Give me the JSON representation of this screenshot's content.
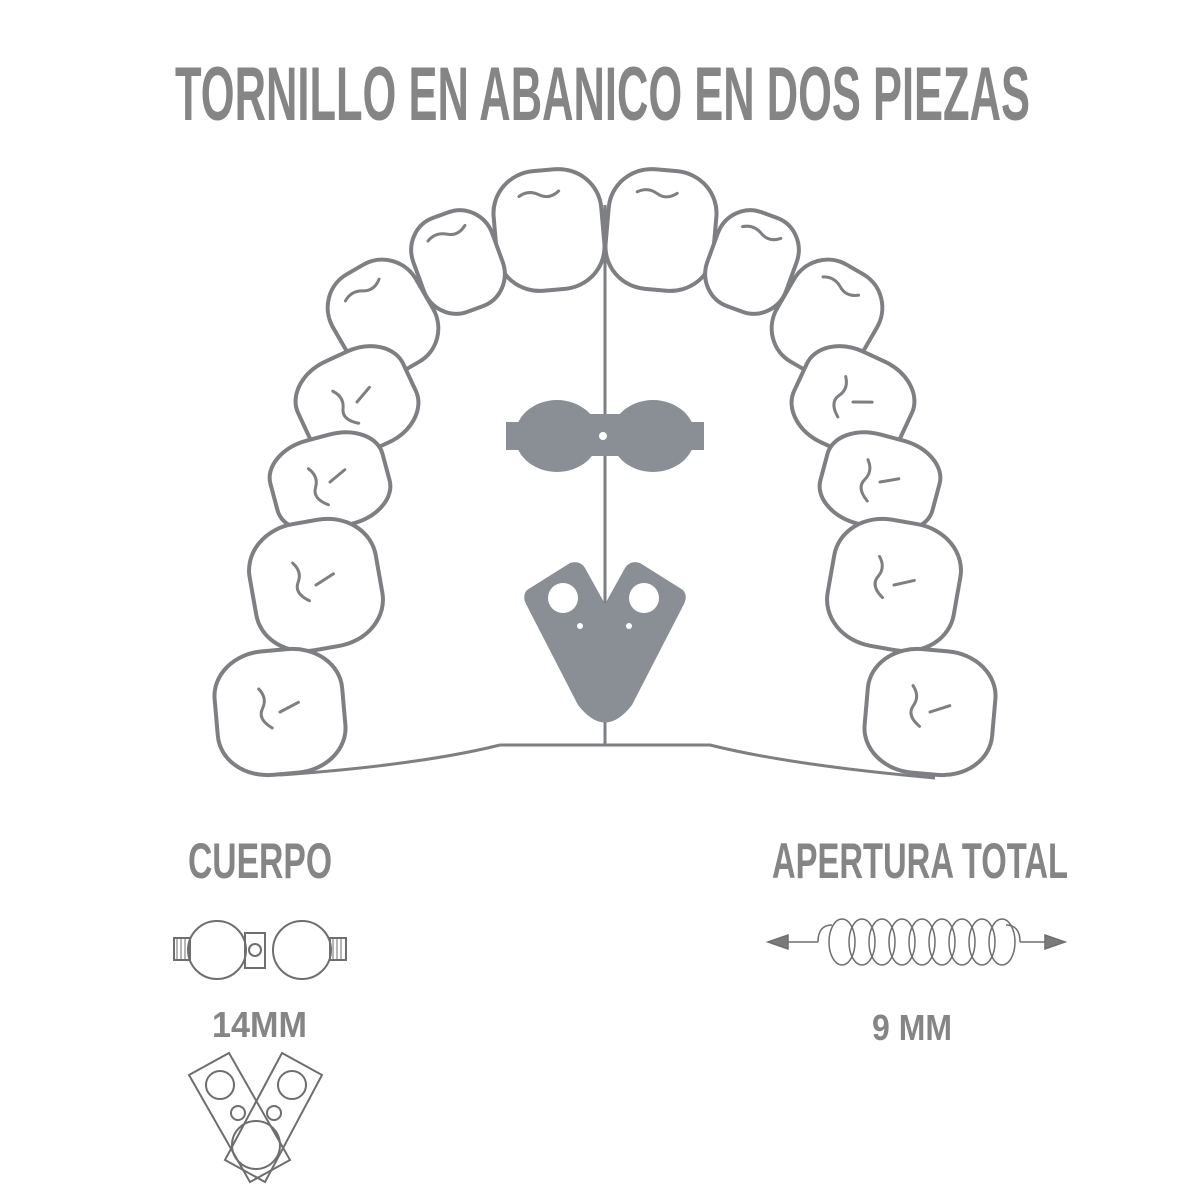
{
  "title": "TORNILLO EN ABANICO EN DOS PIEZAS",
  "left_panel": {
    "heading": "CUERPO",
    "measure": "14MM"
  },
  "right_panel": {
    "heading": "APERTURA TOTAL",
    "measure": "9 MM"
  },
  "colors": {
    "text": "#858585",
    "device": "#8a8f96",
    "tooth_stroke": "#7d7f82"
  }
}
